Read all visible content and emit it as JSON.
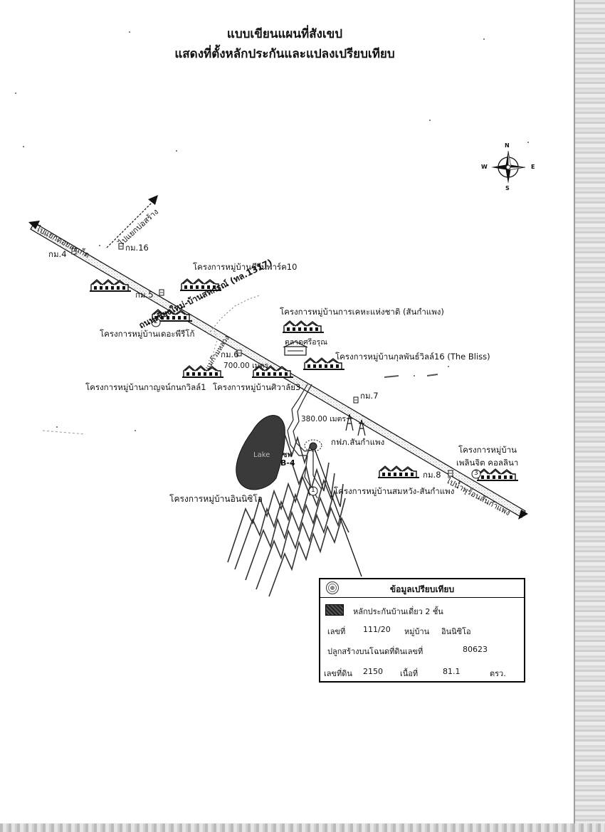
{
  "title_line1": "แบบเขียนแผนที่สังเขป",
  "title_line2": "แสดงที่ตั้งหลักประกันและแปลงเปรียบเทียบ",
  "compass": {
    "n": "N",
    "s": "S",
    "e": "E",
    "w": "W"
  },
  "road": {
    "name": "ถนนเชียงใหม่-บ้านสหกรณ์ (ทล.1317)",
    "to_west": "ไปแยกดอยสะเก็ด",
    "to_east": "ไปน้ำพุร้อนสันกำแพง",
    "branch": "ไปแยกบ่อสร้าง",
    "canal": "แม่ก๊วมหลวง"
  },
  "km_markers": [
    "กม.4",
    "กม.5",
    "กม.6",
    "กม.7",
    "กม.8",
    "กม.16"
  ],
  "projects": {
    "p1": "โครงการหมู่บ้านชีรีนพาร์ค10",
    "p2": "โครงการหมู่บ้านการเคหะแห่งชาติ (สันกำแพง)",
    "p3": "โครงการหมู่บ้านเดอะพีรีโก้",
    "p4": "ตลาดศรีอรุณ",
    "p5": "โครงการหมู่บ้านกุลพันธ์วิลล์16 (The Bliss)",
    "p6": "โครงการหมู่บ้านกาญจน์กนกวิลล์1",
    "p7": "โครงการหมู่บ้านศิวาลัย3",
    "p8_line1": "โครงการหมู่บ้าน",
    "p8_line2": "เพลินจิต คอลลินา",
    "p9": "โครงการหมู่บ้านสมหวัง-สันกำแพง",
    "p10": "โครงการหมู่บ้านอินนิซิโอ"
  },
  "distances": {
    "d1": "700.00 เมตร",
    "d2": "380.00 เมตร"
  },
  "landmarks": {
    "substation": "กฟภ.สันกำแพง",
    "lake": "Lake",
    "plot": "B-4",
    "plot_prefix": "ซฟ"
  },
  "circle_numbers": [
    "1",
    "2",
    "3"
  ],
  "info": {
    "header": "ข้อมูลเปรียบเทียบ",
    "type": "หลักประกันบ้านเดี่ยว 2 ชั้น",
    "no_label": "เลขที่",
    "no_value": "111/20",
    "village_label": "หมู่บ้าน",
    "village_value": "อินนิซิโอ",
    "deed_label": "ปลูกสร้างบนโฉนดที่ดินเลขที่",
    "deed_value": "80623",
    "land_no_label": "เลขที่ดิน",
    "land_no_value": "2150",
    "area_label": "เนื้อที่",
    "area_value": "81.1",
    "area_unit": "ตรว."
  }
}
